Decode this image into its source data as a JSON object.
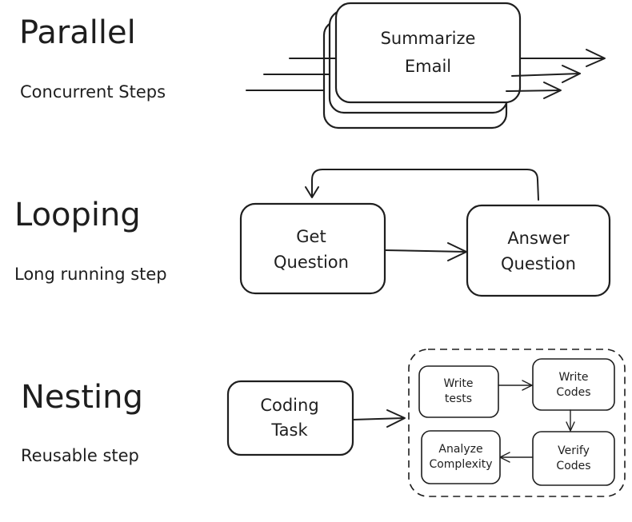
{
  "colors": {
    "ink": "#1e1e1e",
    "background": "#ffffff"
  },
  "parallel": {
    "title": "Parallel",
    "subtitle": "Concurrent Steps",
    "box": {
      "line1": "Summarize",
      "line2": "Email"
    }
  },
  "looping": {
    "title": "Looping",
    "subtitle": "Long running step",
    "get_question": {
      "line1": "Get",
      "line2": "Question"
    },
    "answer_question": {
      "line1": "Answer",
      "line2": "Question"
    }
  },
  "nesting": {
    "title": "Nesting",
    "subtitle": "Reusable step",
    "coding_task": {
      "line1": "Coding",
      "line2": "Task"
    },
    "write_tests": {
      "line1": "Write",
      "line2": "tests"
    },
    "write_codes": {
      "line1": "Write",
      "line2": "Codes"
    },
    "verify_codes": {
      "line1": "Verify",
      "line2": "Codes"
    },
    "analyze_complexity": {
      "line1": "Analyze",
      "line2": "Complexity"
    }
  }
}
